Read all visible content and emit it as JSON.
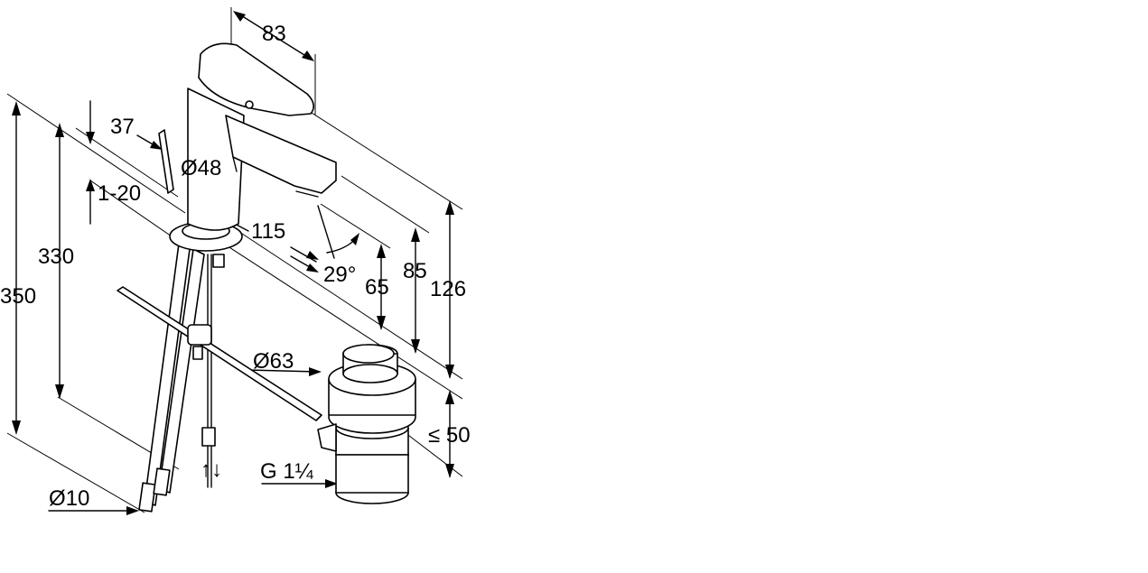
{
  "drawing": {
    "dims": {
      "handle_length": "83",
      "offset_37": "37",
      "body_diameter": "Ø48",
      "deck_thickness": "1-20",
      "spout_reach": "115",
      "spout_angle": "29°",
      "height_350": "350",
      "height_330": "330",
      "spout_height": "65",
      "height_85": "85",
      "height_126": "126",
      "waste_diameter": "Ø63",
      "waste_height": "≤ 50",
      "waste_thread": "G 1¼",
      "hose_diameter": "Ø10"
    }
  }
}
